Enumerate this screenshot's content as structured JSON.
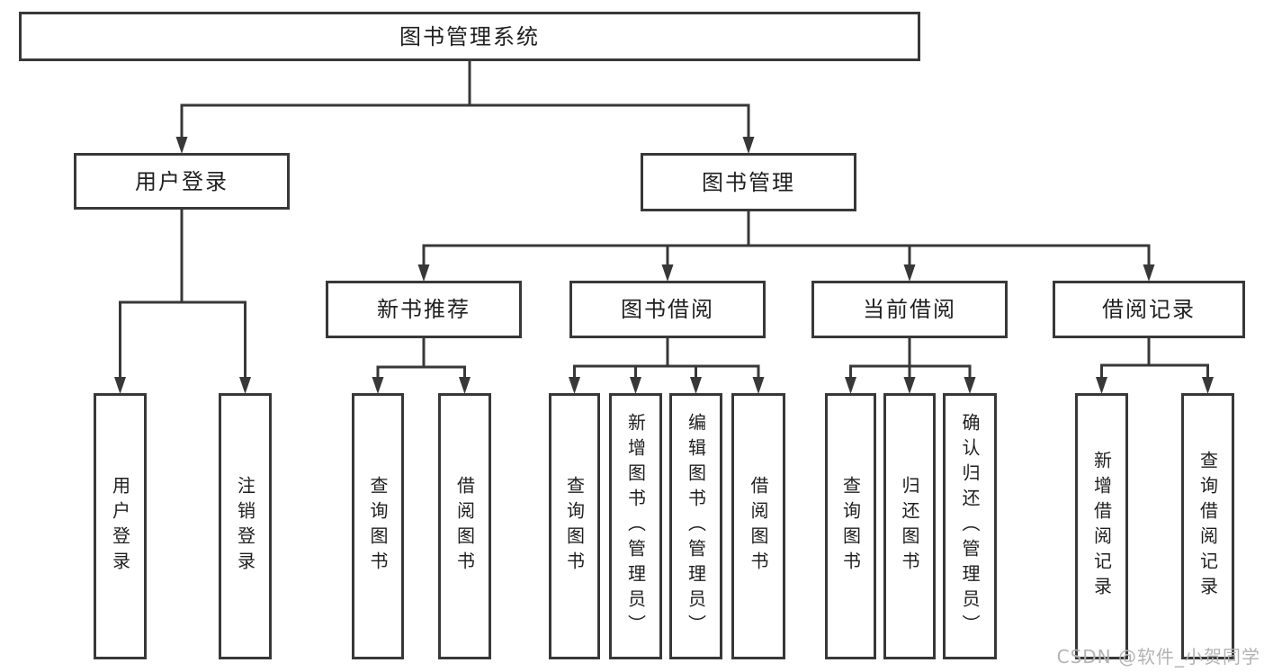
{
  "diagram": {
    "title": "图书管理系统",
    "nodes": {
      "root": {
        "label": "图书管理系统"
      },
      "user_login": {
        "label": "用户登录"
      },
      "book_mgmt": {
        "label": "图书管理"
      },
      "new_book_rec": {
        "label": "新书推荐"
      },
      "book_borrow": {
        "label": "图书借阅"
      },
      "current_borrow": {
        "label": "当前借阅"
      },
      "borrow_records": {
        "label": "借阅记录"
      },
      "ul_login": {
        "label": "用户登录"
      },
      "ul_logout": {
        "label": "注销登录"
      },
      "nbr_query": {
        "label": "查询图书"
      },
      "nbr_borrow": {
        "label": "借阅图书"
      },
      "bb_query": {
        "label": "查询图书"
      },
      "bb_add": {
        "label": "新增图书（管理员）"
      },
      "bb_edit": {
        "label": "编辑图书（管理员）"
      },
      "bb_borrow": {
        "label": "借阅图书"
      },
      "cb_query": {
        "label": "查询图书"
      },
      "cb_return": {
        "label": "归还图书"
      },
      "cb_confirm": {
        "label": "确认归还（管理员）"
      },
      "br_add": {
        "label": "新增借阅记录"
      },
      "br_query": {
        "label": "查询借阅记录"
      }
    },
    "edges": [
      {
        "parent": "root",
        "children": [
          "user_login",
          "book_mgmt"
        ]
      },
      {
        "parent": "user_login",
        "children": [
          "ul_login",
          "ul_logout"
        ]
      },
      {
        "parent": "book_mgmt",
        "children": [
          "new_book_rec",
          "book_borrow",
          "current_borrow",
          "borrow_records"
        ]
      },
      {
        "parent": "new_book_rec",
        "children": [
          "nbr_query",
          "nbr_borrow"
        ]
      },
      {
        "parent": "book_borrow",
        "children": [
          "bb_query",
          "bb_add",
          "bb_edit",
          "bb_borrow"
        ]
      },
      {
        "parent": "current_borrow",
        "children": [
          "cb_query",
          "cb_return",
          "cb_confirm"
        ]
      },
      {
        "parent": "borrow_records",
        "children": [
          "br_add",
          "br_query"
        ]
      }
    ],
    "watermark": "CSDN @软件_小贺同学",
    "colors": {
      "line": "#383838",
      "text": "#1f1f1f",
      "watermark": "#b3b3b3",
      "background": "#ffffff"
    }
  }
}
